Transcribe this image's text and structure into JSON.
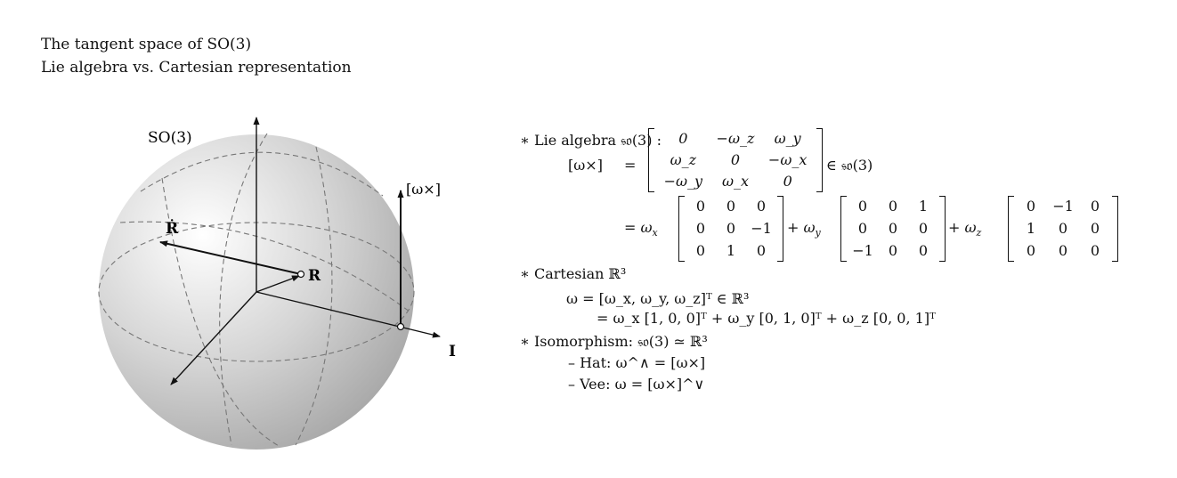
{
  "title": {
    "line1": "The tangent space of SO(3)",
    "line2": "Lie algebra vs. Cartesian representation"
  },
  "diagram": {
    "sphere_label": "SO(3)",
    "tangent_label": "[ω×]",
    "rdot_label": "Ṙ",
    "r_label": "R",
    "i_label": "I"
  },
  "math": {
    "lie_header": "∗ Lie algebra 𝔰𝔬(3) :",
    "omega_cross": "[ω×]",
    "eq": "=",
    "in_so3": "∈ 𝔰𝔬(3)",
    "skew_matrix": [
      "0",
      "−ω_z",
      "ω_y",
      "ω_z",
      "0",
      "−ω_x",
      "−ω_y",
      "ω_x",
      "0"
    ],
    "gen_x": [
      "0",
      "0",
      "0",
      "0",
      "0",
      "−1",
      "0",
      "1",
      "0"
    ],
    "gen_y": [
      "0",
      "0",
      "1",
      "0",
      "0",
      "0",
      "−1",
      "0",
      "0"
    ],
    "gen_z": [
      "0",
      "−1",
      "0",
      "1",
      "0",
      "0",
      "0",
      "0",
      "0"
    ],
    "cart_header": "∗ Cartesian ℝ³",
    "cart_line1": "ω   = [ω_x, ω_y, ω_z]ᵀ   ∈ ℝ³",
    "cart_line2": "= ω_x [1, 0, 0]ᵀ + ω_y [0, 1, 0]ᵀ + ω_z [0, 0, 1]ᵀ",
    "iso_header": "∗ Isomorphism: 𝔰𝔬(3) ≃ ℝ³",
    "hat_line": "– Hat:   ω^∧ = [ω×]",
    "vee_line": "– Vee:   ω   = [ω×]^∨"
  }
}
